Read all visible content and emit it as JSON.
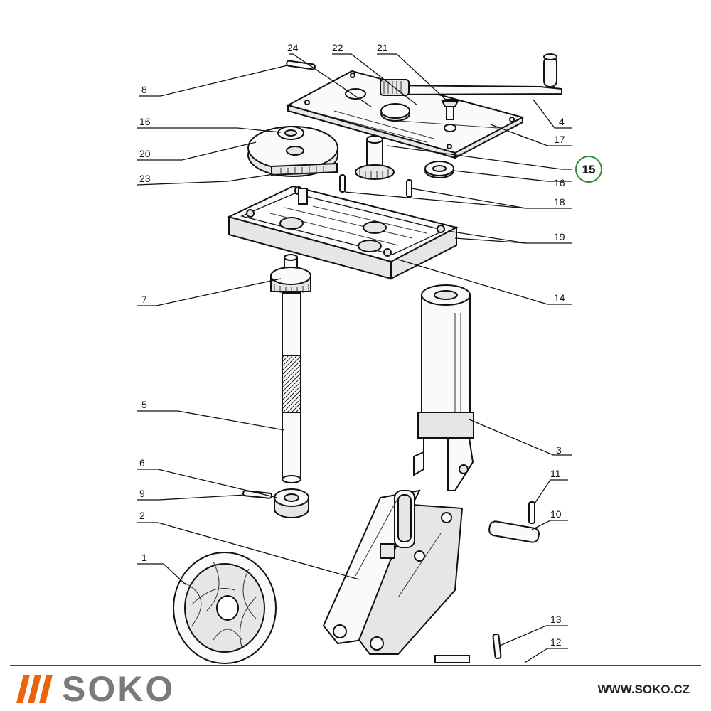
{
  "diagram": {
    "part_labels": [
      "1",
      "2",
      "3",
      "4",
      "5",
      "6",
      "7",
      "8",
      "9",
      "10",
      "11",
      "12",
      "13",
      "14",
      "16",
      "16",
      "17",
      "18",
      "19",
      "20",
      "21",
      "22",
      "23",
      "24"
    ],
    "highlight_label": "15",
    "highlight_color": "#2e8b3a"
  },
  "footer": {
    "brand": "SOKO",
    "brand_color": "#7a7a7a",
    "accent_color": "#e8650e",
    "website": "WWW.SOKO.CZ"
  }
}
